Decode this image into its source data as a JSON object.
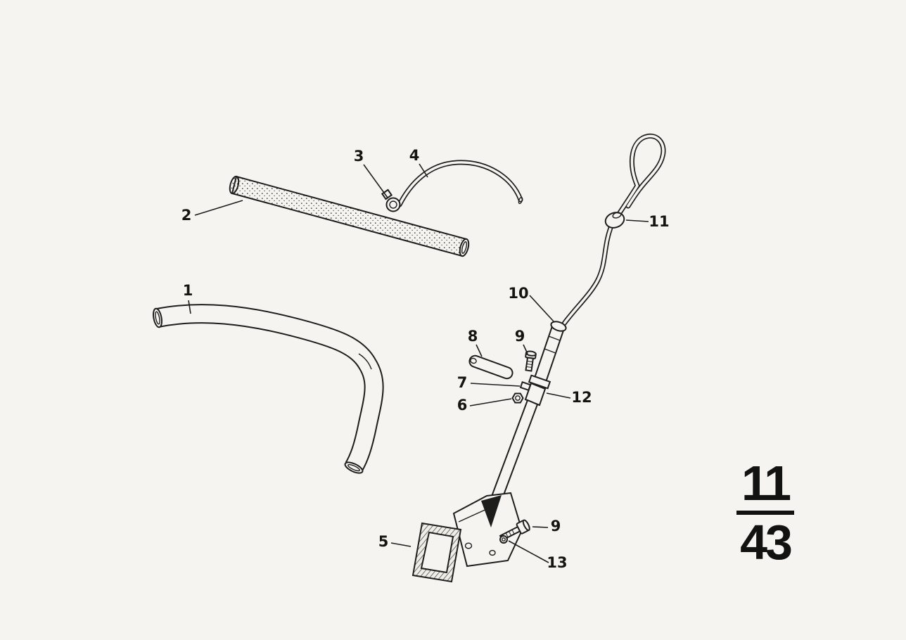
{
  "page": {
    "background": "#f5f4f0",
    "ink": "#1d1d1b"
  },
  "sheet_index": {
    "numerator": "11",
    "denominator": "43"
  },
  "callouts": {
    "c1": {
      "label": "1"
    },
    "c2": {
      "label": "2"
    },
    "c3": {
      "label": "3"
    },
    "c4": {
      "label": "4"
    },
    "c5": {
      "label": "5"
    },
    "c6": {
      "label": "6"
    },
    "c7": {
      "label": "7"
    },
    "c8": {
      "label": "8"
    },
    "c9a": {
      "label": "9"
    },
    "c9b": {
      "label": "9"
    },
    "c10": {
      "label": "10"
    },
    "c11": {
      "label": "11"
    },
    "c12": {
      "label": "12"
    },
    "c13": {
      "label": "13"
    }
  }
}
